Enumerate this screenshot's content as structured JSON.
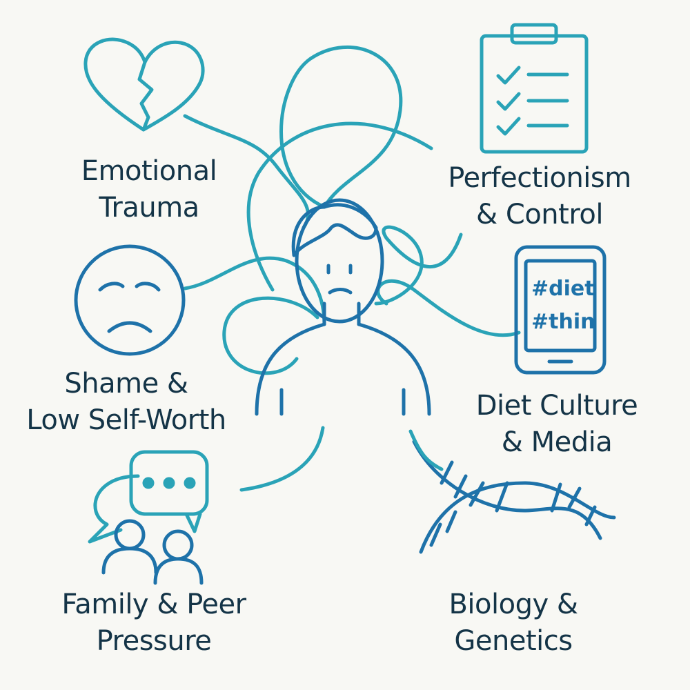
{
  "center": {
    "icon": "person-icon"
  },
  "factors": [
    {
      "icon": "broken-heart-icon",
      "line1": "Emotional",
      "line2": "Trauma"
    },
    {
      "icon": "clipboard-checklist-icon",
      "line1": "Perfectionism",
      "line2": "& Control"
    },
    {
      "icon": "sad-face-icon",
      "line1": "Shame &",
      "line2": "Low Self-Worth"
    },
    {
      "icon": "smartphone-icon",
      "line1": "Diet Culture",
      "line2": "& Media"
    },
    {
      "icon": "speech-bubble-people-icon",
      "line1": "Family & Peer",
      "line2": "Pressure"
    },
    {
      "icon": "dna-icon",
      "line1": "Biology &",
      "line2": "Genetics"
    }
  ],
  "phone": {
    "tag1": "#diet",
    "tag2": "#thin"
  },
  "colors": {
    "teal": "#2aa3b7",
    "blue": "#1e72a9",
    "text": "#143447",
    "background": "#f8f8f4"
  }
}
